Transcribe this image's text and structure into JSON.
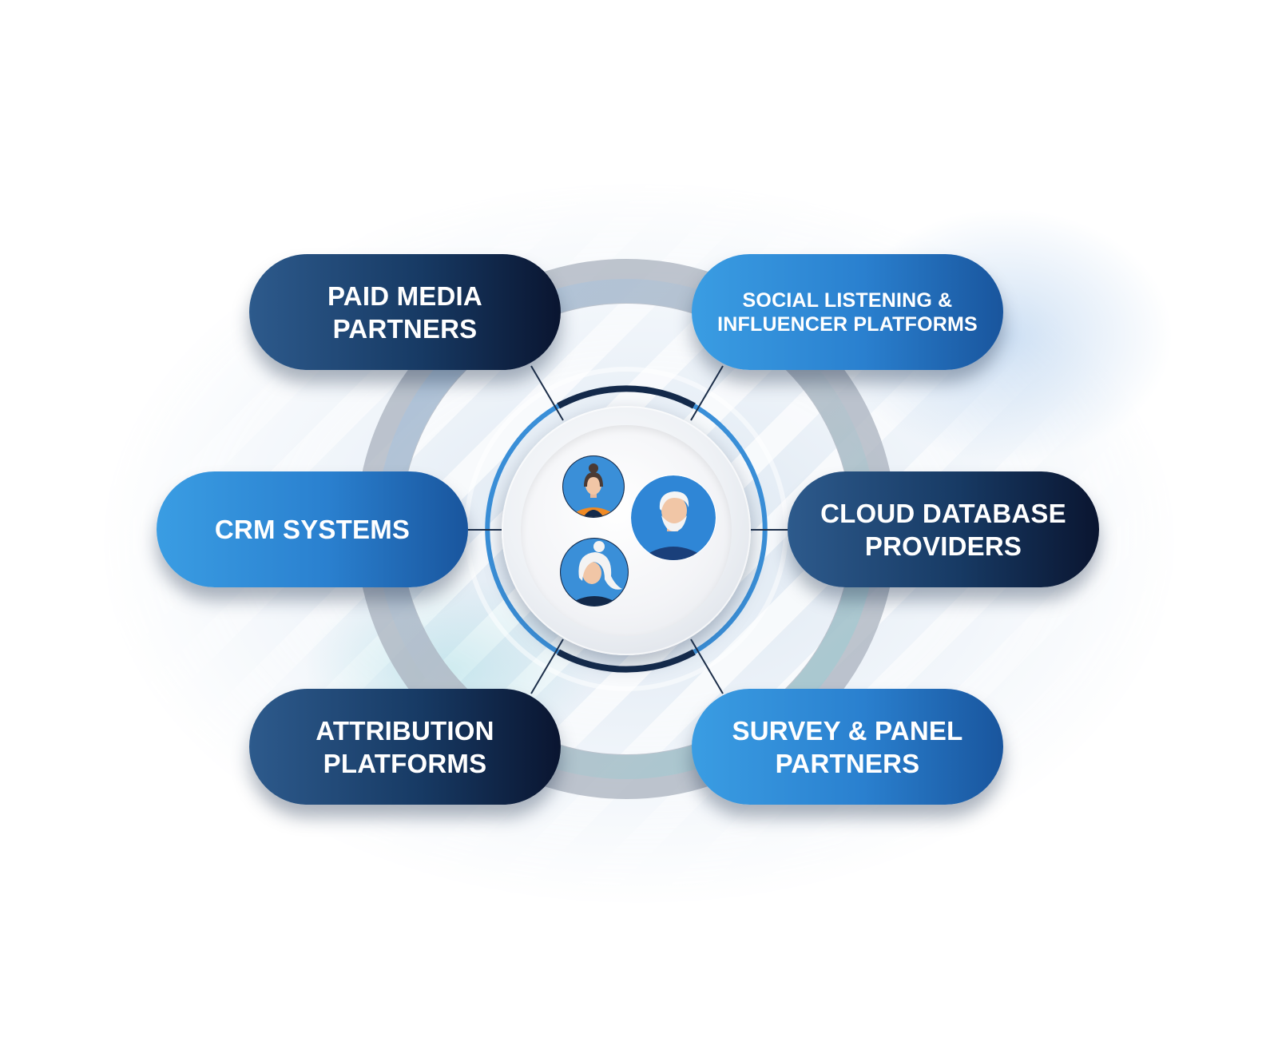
{
  "categories": {
    "paid_media": [
      "PAID MEDIA",
      "PARTNERS"
    ],
    "social": [
      "SOCIAL LISTENING &",
      "INFLUENCER PLATFORMS"
    ],
    "crm": [
      "CRM SYSTEMS"
    ],
    "cloud": [
      "CLOUD DATABASE",
      "PROVIDERS"
    ],
    "attribution": [
      "ATTRIBUTION",
      "PLATFORMS"
    ],
    "survey": [
      "SURVEY & PANEL",
      "PARTNERS"
    ]
  },
  "hub": {
    "avatars": [
      "woman-avatar-icon",
      "older-man-avatar-icon",
      "older-woman-avatar-icon"
    ]
  },
  "colors": {
    "dark_pill": "#173a64",
    "light_pill": "#2a80cf",
    "ring_gray": "#a7b0bb",
    "ring_blue": "#3a8fd8",
    "ring_navy": "#13294a"
  }
}
